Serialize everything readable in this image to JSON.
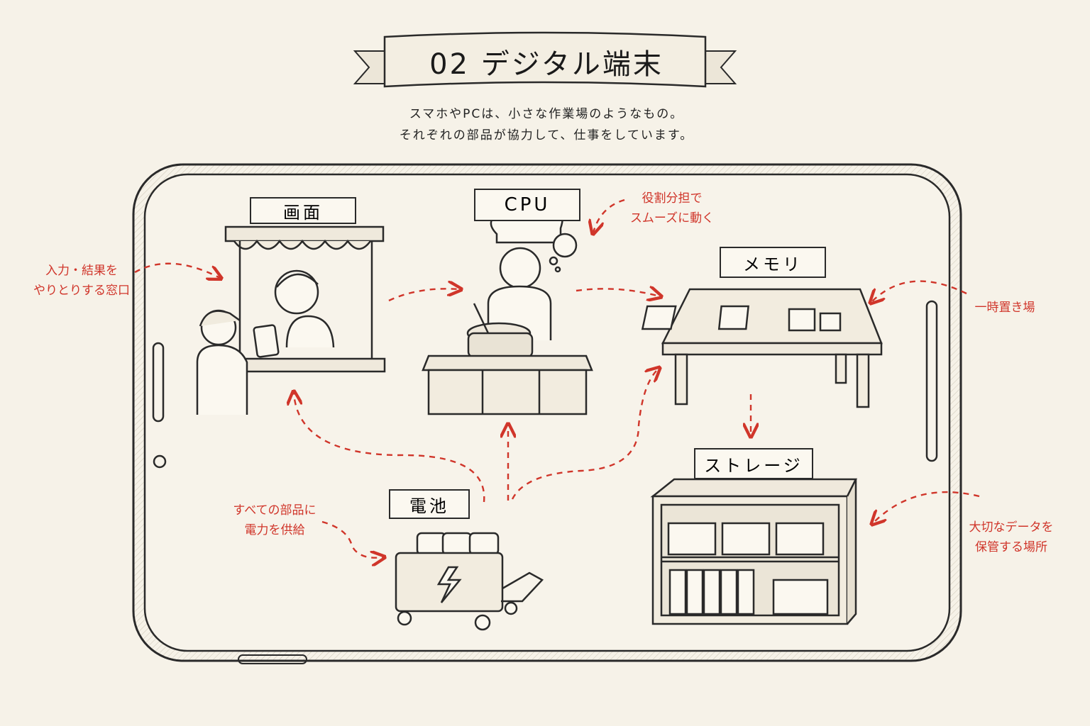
{
  "header": {
    "title": "02 デジタル端末",
    "intro_line1": "スマホやPCは、小さな作業場のようなもの。",
    "intro_line2": "それぞれの部品が協力して、仕事をしています。"
  },
  "components": {
    "screen": {
      "label": "画面",
      "note_line1": "入力・結果を",
      "note_line2": "やりとりする窓口"
    },
    "cpu": {
      "label": "CPU",
      "note_line1": "役割分担で",
      "note_line2": "スムーズに動く"
    },
    "memory": {
      "label": "メモリ",
      "note": "一時置き場"
    },
    "storage": {
      "label": "ストレージ",
      "note_line1": "大切なデータを",
      "note_line2": "保管する場所"
    },
    "battery": {
      "label": "電池",
      "note_line1": "すべての部品に",
      "note_line2": "電力を供給"
    }
  },
  "colors": {
    "paper": "#f6f2e8",
    "ink": "#2a2a2a",
    "accent_red": "#d0352a"
  }
}
